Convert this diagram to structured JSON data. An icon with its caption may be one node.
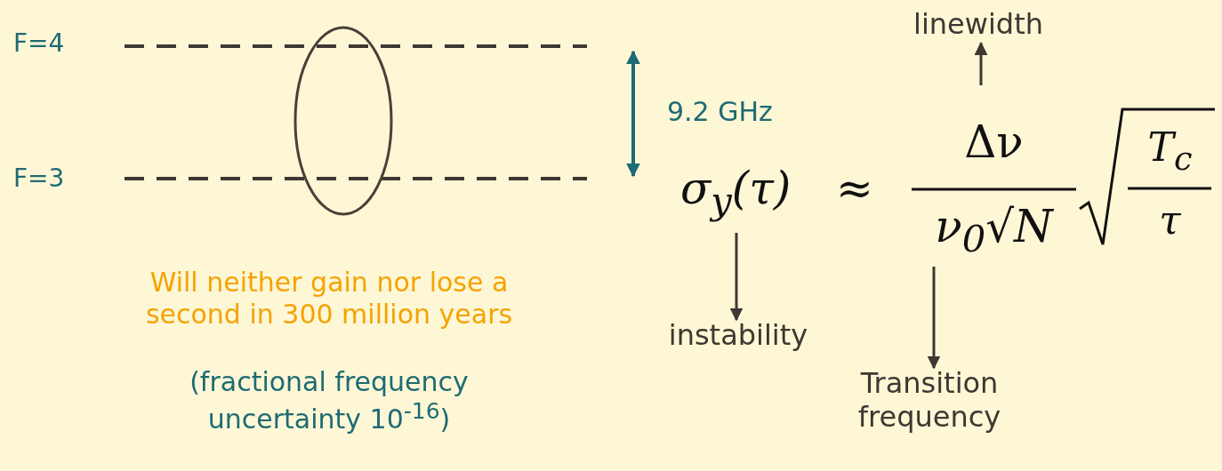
{
  "diagram": {
    "nodes": [
      {
        "text": [],
        "shape": "ellipse"
      },
      {
        "text": [
          "linewidth"
        ]
      },
      {
        "text": [
          "instability"
        ]
      },
      {
        "text": [
          "Transition frequency"
        ]
      }
    ],
    "edges": [
      {
        "from": null,
        "to": 1,
        "arrow": "to"
      },
      {
        "from": null,
        "to": 2,
        "arrow": "to"
      },
      {
        "from": null,
        "to": 3,
        "arrow": "to"
      }
    ],
    "labels": [
      "F=4",
      "9.2 GHz",
      "F=3",
      "σ$_{y}$(τ)",
      "≈",
      "Δν",
      "ν$_{0}$√N",
      "T$_{c}$",
      "τ",
      "Will neither gain nor lose a second in 300 million years",
      "(fractional frequency uncertainty 10$^{-16}$)"
    ]
  }
}
